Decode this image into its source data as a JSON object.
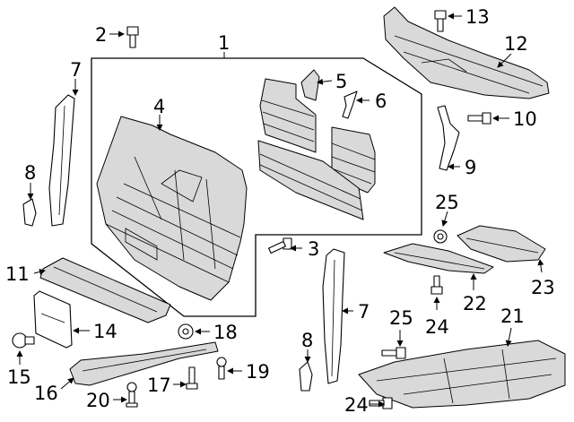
{
  "diagram": {
    "callouts": [
      "1",
      "2",
      "3",
      "4",
      "5",
      "6",
      "7",
      "7",
      "8",
      "8",
      "9",
      "10",
      "11",
      "12",
      "13",
      "14",
      "15",
      "16",
      "17",
      "18",
      "19",
      "20",
      "21",
      "22",
      "23",
      "24",
      "24",
      "25",
      "25"
    ]
  }
}
